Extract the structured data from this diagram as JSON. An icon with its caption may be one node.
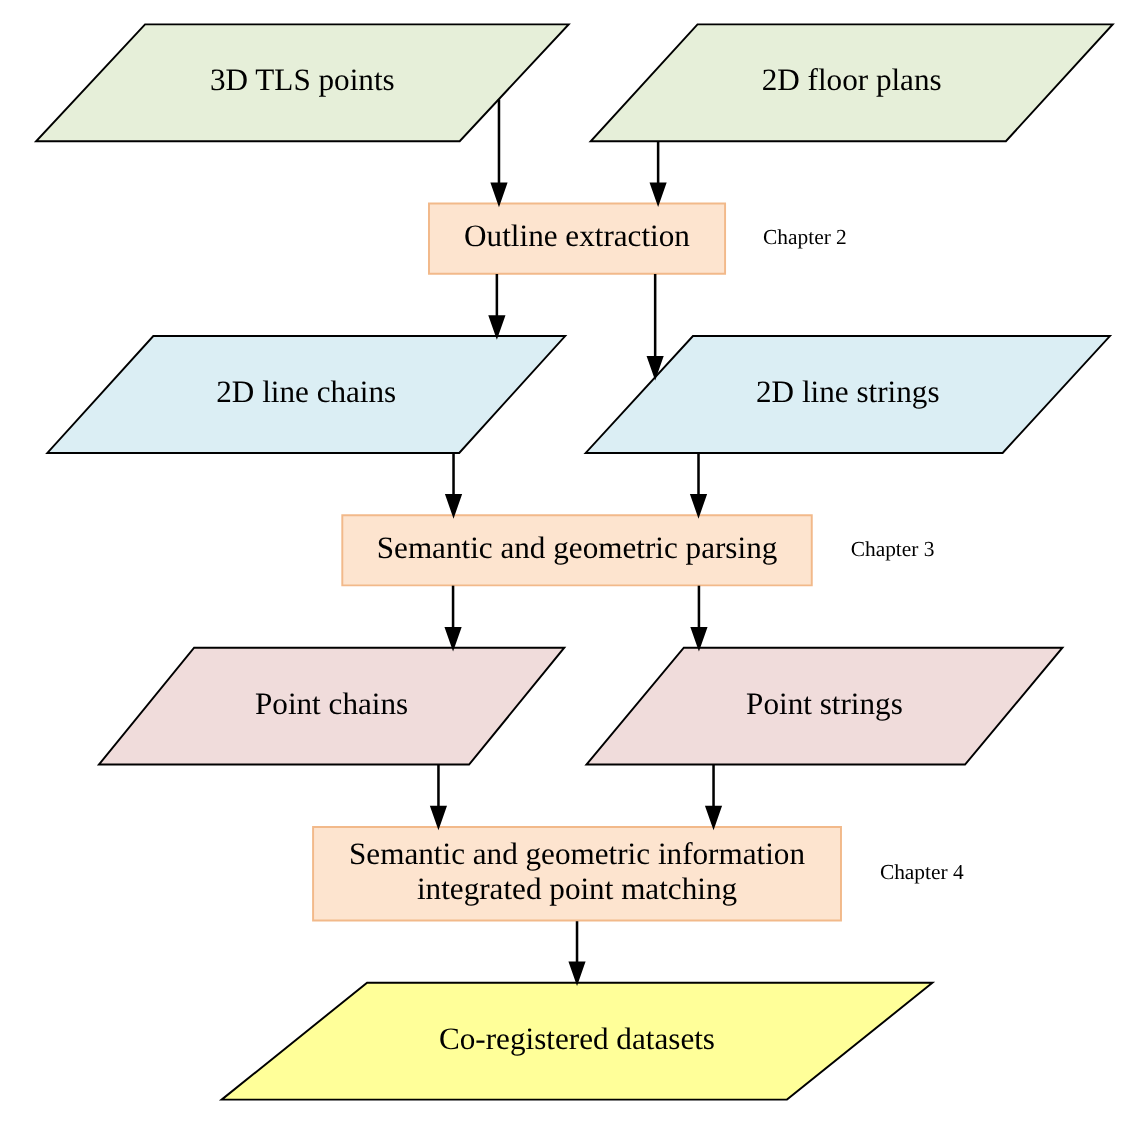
{
  "diagram": {
    "nodes": [
      {
        "text": [
          "3D TLS points"
        ]
      },
      {
        "text": [
          "2D floor plans"
        ]
      },
      {
        "text": [
          "Outline extraction"
        ],
        "beside": [
          "Chapter 2"
        ]
      },
      {
        "text": [
          "2D line chains"
        ]
      },
      {
        "text": [
          "2D line strings"
        ]
      },
      {
        "text": [
          "Semantic and geometric parsing"
        ],
        "beside": [
          "Chapter 3"
        ]
      },
      {
        "text": [
          "Point chains"
        ]
      },
      {
        "text": [
          "Point strings"
        ]
      },
      {
        "text": [
          "Semantic and geometric information integrated point matching"
        ],
        "beside": [
          "Chapter 4"
        ]
      },
      {
        "text": [
          "Co-registered datasets"
        ]
      }
    ],
    "edges": [
      {
        "from": 0,
        "to": 2,
        "arrow": "to"
      },
      {
        "from": 1,
        "to": 2,
        "arrow": "to"
      },
      {
        "from": 2,
        "to": 3,
        "arrow": "to"
      },
      {
        "from": 2,
        "to": 4,
        "arrow": "to"
      },
      {
        "from": 3,
        "to": 5,
        "arrow": "to"
      },
      {
        "from": 4,
        "to": 5,
        "arrow": "to"
      },
      {
        "from": 5,
        "to": 6,
        "arrow": "to"
      },
      {
        "from": 5,
        "to": 7,
        "arrow": "to"
      },
      {
        "from": 6,
        "to": 8,
        "arrow": "to"
      },
      {
        "from": 7,
        "to": 8,
        "arrow": "to"
      },
      {
        "from": 8,
        "to": 9,
        "arrow": "to"
      }
    ]
  }
}
